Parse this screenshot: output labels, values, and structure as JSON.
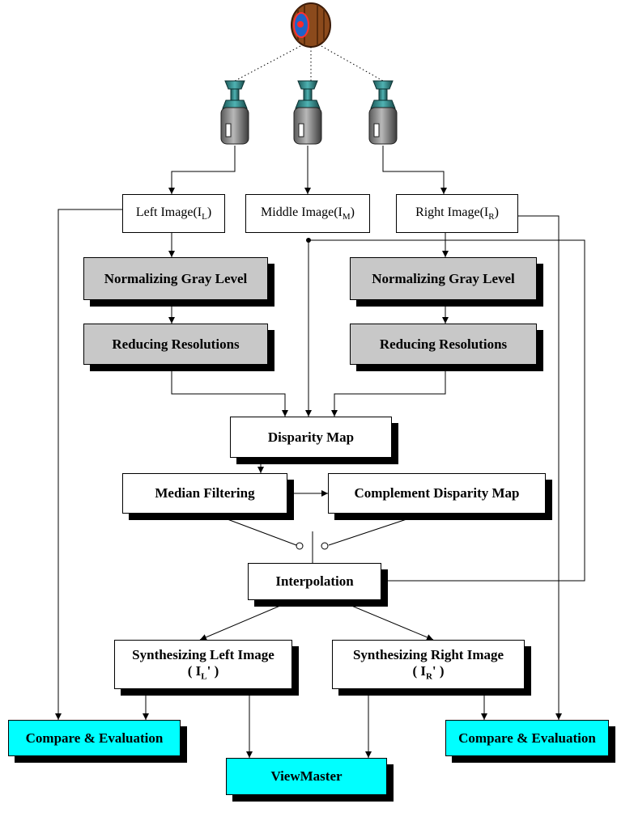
{
  "colors": {
    "process_fill": "#c8c8c8",
    "output_fill": "#00ffff",
    "box_border": "#000000",
    "shadow": "#000000",
    "background": "#ffffff"
  },
  "icons": [
    "scene-object-icon",
    "camera-icon"
  ],
  "inputs": {
    "left": {
      "text": "Left Image(I",
      "sub": "L",
      "close": ")"
    },
    "middle": {
      "text": "Middle Image(I",
      "sub": "M",
      "close": ")"
    },
    "right": {
      "text": "Right Image(I",
      "sub": "R",
      "close": ")"
    }
  },
  "left_branch": {
    "normalize": "Normalizing Gray Level",
    "reduce": "Reducing Resolutions"
  },
  "right_branch": {
    "normalize": "Normalizing Gray Level",
    "reduce": "Reducing Resolutions"
  },
  "disparity_map": "Disparity Map",
  "median_filtering": "Median Filtering",
  "complement_disparity_map": "Complement Disparity Map",
  "interpolation": "Interpolation",
  "synth_left": {
    "line1": "Synthesizing Left Image",
    "open": "( I",
    "sub": "L",
    "close": "' )"
  },
  "synth_right": {
    "line1": "Synthesizing Right Image",
    "open": "( I",
    "sub": "R",
    "close": "' )"
  },
  "compare_left": "Compare & Evaluation",
  "compare_right": "Compare & Evaluation",
  "viewmaster": "ViewMaster"
}
